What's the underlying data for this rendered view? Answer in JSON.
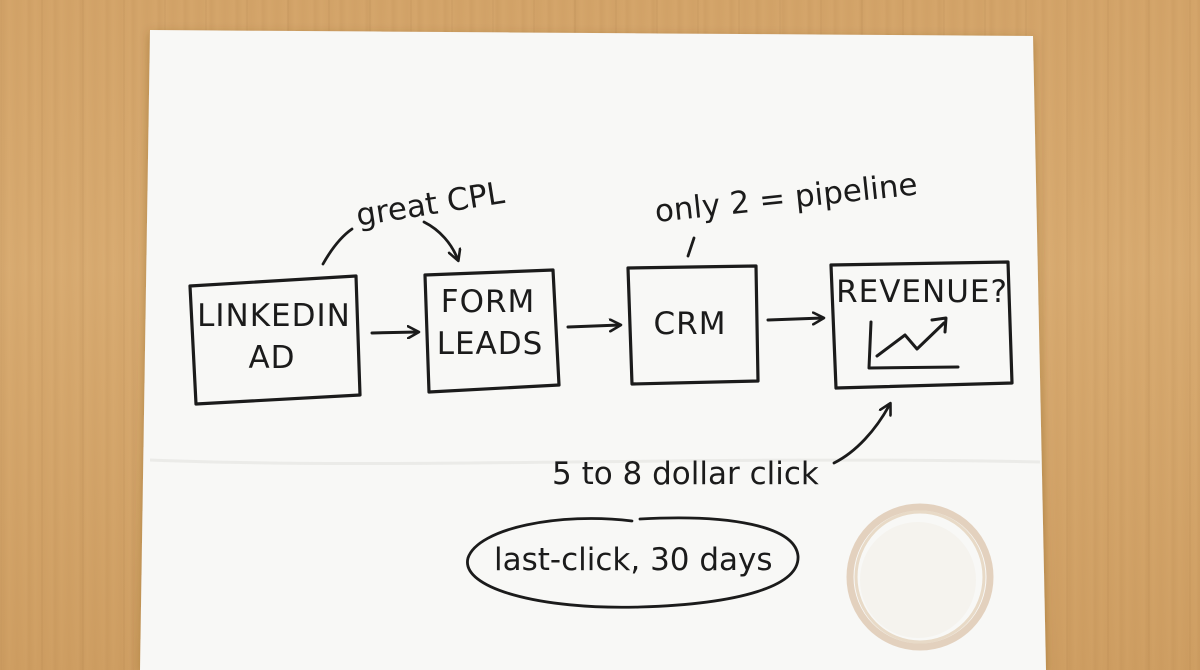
{
  "nodes": [
    {
      "id": "linkedin-ad",
      "lines": [
        "LINKEDIN",
        "AD"
      ]
    },
    {
      "id": "form-leads",
      "lines": [
        "FORM",
        "LEADS"
      ]
    },
    {
      "id": "crm",
      "lines": [
        "CRM"
      ]
    },
    {
      "id": "revenue",
      "lines": [
        "REVENUE?"
      ],
      "icon": "trend-up-chart-icon"
    }
  ],
  "edges": [
    {
      "from": "linkedin-ad",
      "to": "form-leads"
    },
    {
      "from": "form-leads",
      "to": "crm"
    },
    {
      "from": "crm",
      "to": "revenue"
    }
  ],
  "annotations": {
    "great_cpl": "great CPL",
    "pipeline_note": "only 2 = pipeline",
    "click_cost": "5 to 8 dollar click",
    "attribution": "last-click, 30 days"
  },
  "colors": {
    "ink": "#1b1b1b",
    "paper": "#f8f8f6",
    "table": "#d4a56a",
    "coffee_stain": "#c9a27a"
  }
}
